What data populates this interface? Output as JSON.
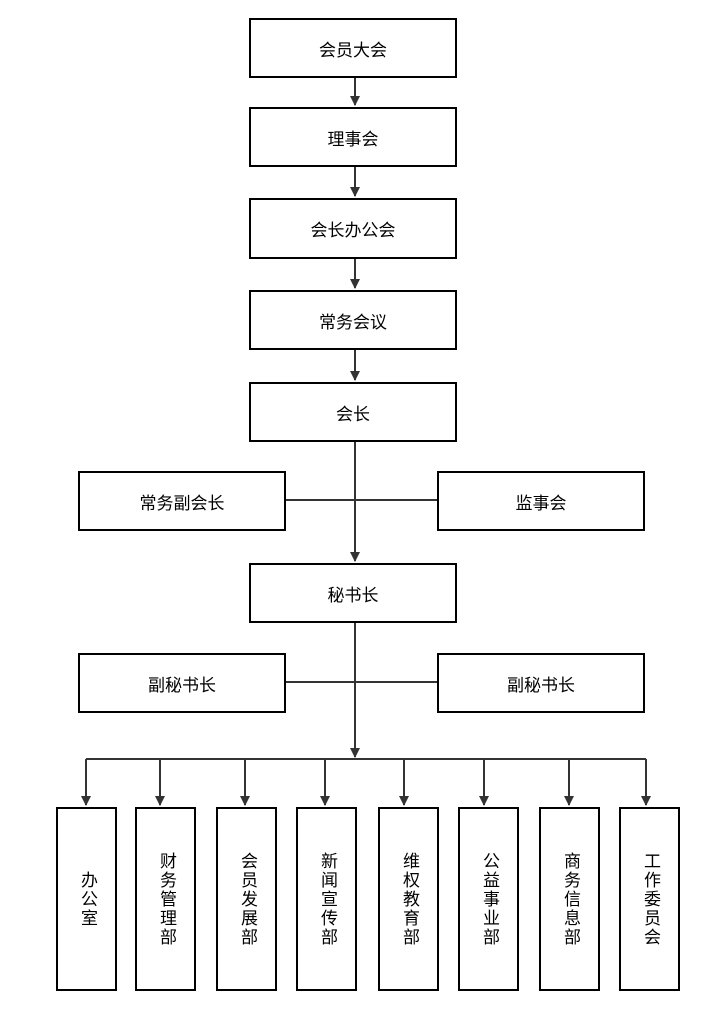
{
  "chain": [
    {
      "label": "会员大会"
    },
    {
      "label": "理事会"
    },
    {
      "label": "会长办公会"
    },
    {
      "label": "常务会议"
    },
    {
      "label": "会长"
    }
  ],
  "side_1": {
    "left": "常务副会长",
    "right": "监事会"
  },
  "secretary_general": "秘书长",
  "side_2": {
    "left": "副秘书长",
    "right": "副秘书长"
  },
  "departments": [
    {
      "label": "办公室"
    },
    {
      "label": "财务管理部"
    },
    {
      "label": "会员发展部"
    },
    {
      "label": "新闻宣传部"
    },
    {
      "label": "维权教育部"
    },
    {
      "label": "公益事业部"
    },
    {
      "label": "商务信息部"
    },
    {
      "label": "工作委员会"
    }
  ],
  "colors": {
    "line": "#333333",
    "border": "#000000"
  }
}
